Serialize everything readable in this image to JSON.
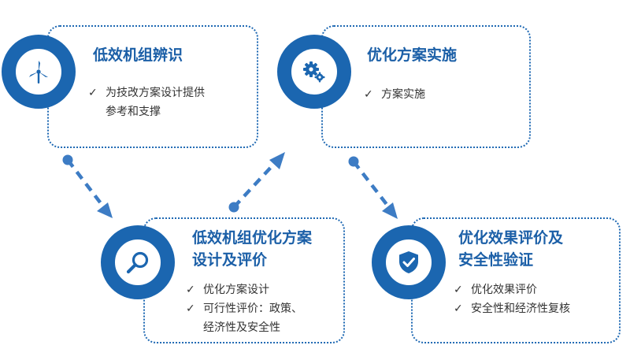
{
  "colors": {
    "accent": "#1b66b0",
    "title": "#1b5fa7",
    "arrow": "#3d7cc4",
    "text": "#333333"
  },
  "steps": [
    {
      "title_lines": [
        "低效机组辨识"
      ],
      "icon": "wind-turbine-icon",
      "items": [
        {
          "check": "✓",
          "lines": [
            "为技改方案设计提供",
            "参考和支撑"
          ]
        }
      ]
    },
    {
      "title_lines": [
        "优化方案实施"
      ],
      "icon": "gears-icon",
      "items": [
        {
          "check": "✓",
          "lines": [
            "方案实施"
          ]
        }
      ]
    },
    {
      "title_lines": [
        "低效机组优化方案",
        "设计及评价"
      ],
      "icon": "magnifier-icon",
      "items": [
        {
          "check": "✓",
          "lines": [
            "优化方案设计"
          ]
        },
        {
          "check": "✓",
          "lines": [
            "可行性评价：政策、",
            "经济性及安全性"
          ]
        }
      ]
    },
    {
      "title_lines": [
        "优化效果评价及",
        "安全性验证"
      ],
      "icon": "shield-check-icon",
      "items": [
        {
          "check": "✓",
          "lines": [
            "优化效果评价"
          ]
        },
        {
          "check": "✓",
          "lines": [
            "安全性和经济性复核"
          ]
        }
      ]
    }
  ]
}
